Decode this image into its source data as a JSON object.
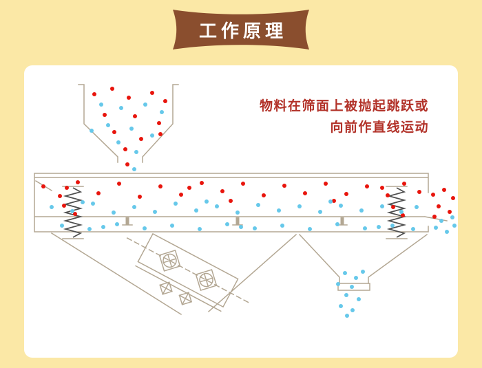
{
  "banner": {
    "title": "工作原理"
  },
  "diagram": {
    "caption_line1": "物料在筛面上被抛起跳跃或",
    "caption_line2": "向前作直线运动"
  },
  "colors": {
    "page_bg": "#fbe8a6",
    "banner_bg": "#8a4e2e",
    "banner_text": "#ffffff",
    "card_bg": "#ffffff",
    "caption": "#b23229",
    "line": "#b3a793",
    "spring": "#4f4f4f",
    "dot_red": "#e8150d",
    "dot_blue": "#66c8ea"
  }
}
